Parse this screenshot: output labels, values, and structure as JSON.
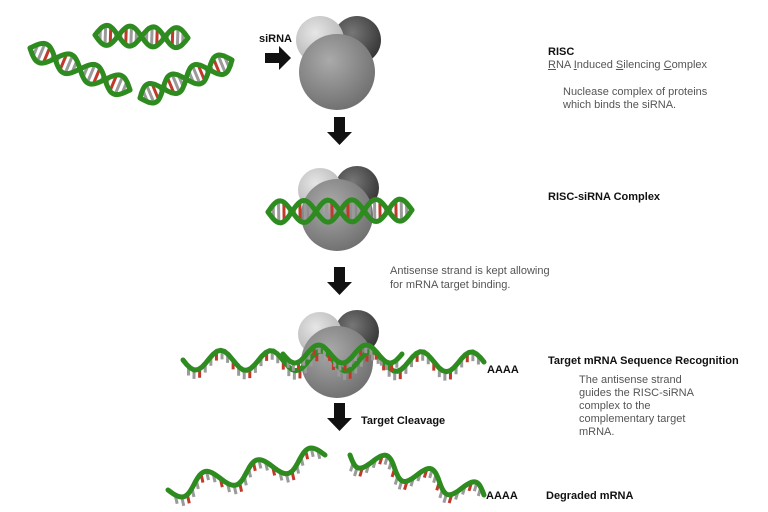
{
  "sirna_label": "siRNA",
  "risc": {
    "title": "RISC",
    "expansion": [
      {
        "initial": "R",
        "rest": "NA "
      },
      {
        "initial": "I",
        "rest": "nduced "
      },
      {
        "initial": "S",
        "rest": "ilencing "
      },
      {
        "initial": "C",
        "rest": "omplex"
      }
    ],
    "description_line1": "Nuclease complex of proteins",
    "description_line2": "which binds the siRNA."
  },
  "complex_label": "RISC-siRNA Complex",
  "antisense_note_line1": "Antisense strand is kept allowing",
  "antisense_note_line2": "for mRNA target binding.",
  "poly_a_1": "AAAA",
  "recognition": {
    "title": "Target mRNA Sequence Recognition",
    "lines": [
      "The antisense strand",
      "guides the RISC-siRNA",
      "complex to the",
      "complementary target",
      "mRNA."
    ]
  },
  "cleavage_label": "Target Cleavage",
  "poly_a_2": "AAAA",
  "degraded_label": "Degraded mRNA",
  "colors": {
    "strand_green": "#2e8b1f",
    "rung_red": "#c0392b",
    "rung_gray": "#9a9a9a",
    "blob_dark": "#555555",
    "blob_mid": "#8a8a8a",
    "blob_light": "#c8c8c8",
    "arrow": "#111111"
  }
}
